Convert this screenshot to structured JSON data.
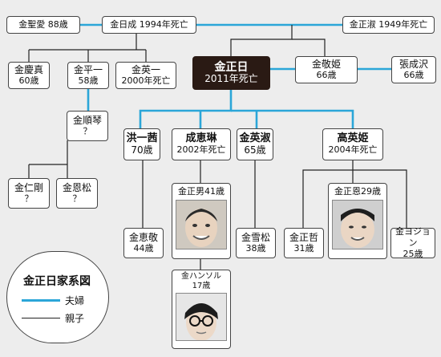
{
  "colors": {
    "spouse_line": "#2ba6d8",
    "child_line": "#222222",
    "leader_bg": "#2a1a14"
  },
  "people": {
    "kim_song_ae": {
      "name": "金聖愛",
      "sub": "88歳"
    },
    "kim_il_sung": {
      "name": "金日成",
      "sub": "1994年死亡"
    },
    "kim_jong_suk": {
      "name": "金正淑",
      "sub": "1949年死亡"
    },
    "kim_kyong_jin": {
      "name": "金慶真",
      "sub": "60歳"
    },
    "kim_pyong_il": {
      "name": "金平一",
      "sub": "58歳"
    },
    "kim_yong_il": {
      "name": "金英一",
      "sub": "2000年死亡"
    },
    "kim_jong_il": {
      "name": "金正日",
      "sub": "2011年死亡"
    },
    "kim_kyong_hui": {
      "name": "金敬姫",
      "sub": "66歳"
    },
    "jang_song_thaek": {
      "name": "張成沢",
      "sub": "66歳"
    },
    "kim_sun_gum": {
      "name": "金順琴",
      "sub": "？"
    },
    "hong_il_chon": {
      "name": "洪一茜",
      "sub": "70歳"
    },
    "song_hye_rim": {
      "name": "成恵琳",
      "sub": "2002年死亡"
    },
    "kim_yong_suk": {
      "name": "金英淑",
      "sub": "65歳"
    },
    "ko_yong_hui": {
      "name": "高英姫",
      "sub": "2004年死亡"
    },
    "kim_in_gang": {
      "name": "金仁剛",
      "sub": "？"
    },
    "kim_un_song": {
      "name": "金恩松",
      "sub": "？"
    },
    "kim_jong_nam": {
      "name": "金正男41歳"
    },
    "kim_jong_un": {
      "name": "金正恩29歳"
    },
    "kim_hye_gyong": {
      "name": "金恵敬",
      "sub": "44歳"
    },
    "kim_sol_song": {
      "name": "金雪松",
      "sub": "38歳"
    },
    "kim_jong_chol": {
      "name": "金正哲",
      "sub": "31歳"
    },
    "kim_yo_jong": {
      "name": "金ヨジョン",
      "sub": "25歳"
    },
    "kim_han_sol": {
      "name": "金ハンソル",
      "sub": "17歳"
    }
  },
  "legend": {
    "title": "金正日家系図",
    "spouse": "夫婦",
    "child": "親子"
  }
}
